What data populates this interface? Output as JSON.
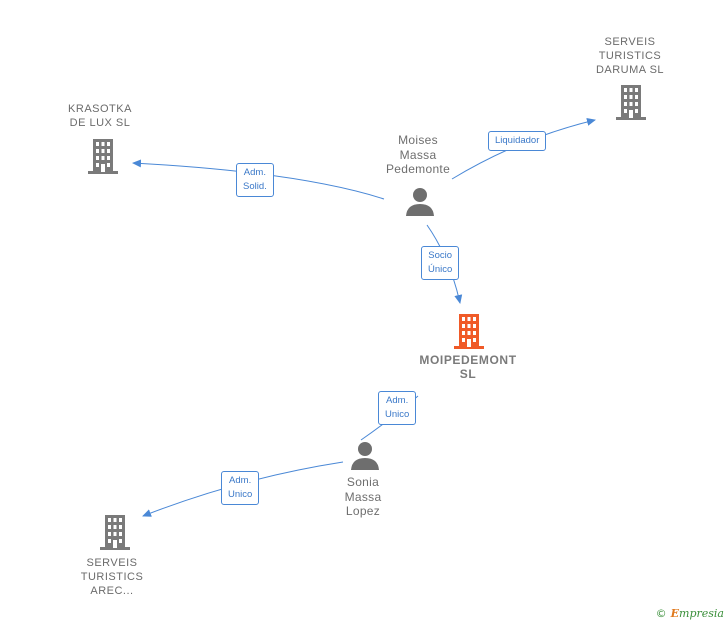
{
  "colors": {
    "edge": "#4a88d6",
    "building_gray": "#7a7a7a",
    "building_focus": "#f05a28",
    "person": "#6e6e6e"
  },
  "nodes": {
    "krasotka": {
      "label_lines": [
        "KRASOTKA",
        "DE LUX  SL"
      ],
      "icon": "building-icon"
    },
    "serveis_daruma": {
      "label_lines": [
        "SERVEIS",
        "TURISTICS",
        "DARUMA SL"
      ],
      "icon": "building-icon"
    },
    "moises": {
      "label_lines": [
        "Moises",
        "Massa",
        "Pedemonte"
      ],
      "icon": "person-icon"
    },
    "moipedemont": {
      "label_lines": [
        "MOIPEDEMONT",
        "SL"
      ],
      "icon": "building-icon"
    },
    "sonia": {
      "label_lines": [
        "Sonia",
        "Massa",
        "Lopez"
      ],
      "icon": "person-icon"
    },
    "serveis_arec": {
      "label_lines": [
        "SERVEIS",
        "TURISTICS",
        "AREC..."
      ],
      "icon": "building-icon"
    }
  },
  "edges": {
    "moises_krasotka": {
      "label_lines": [
        "Adm.",
        "Solid."
      ]
    },
    "moises_daruma": {
      "label_lines": [
        "Liquidador"
      ]
    },
    "moises_moipedemont": {
      "label_lines": [
        "Socio",
        "Único"
      ]
    },
    "sonia_moipedemont": {
      "label_lines": [
        "Adm.",
        "Unico"
      ]
    },
    "sonia_arec": {
      "label_lines": [
        "Adm.",
        "Unico"
      ]
    }
  },
  "footer": {
    "copyright": "©",
    "brand_first": "E",
    "brand_rest": "mpresia"
  }
}
